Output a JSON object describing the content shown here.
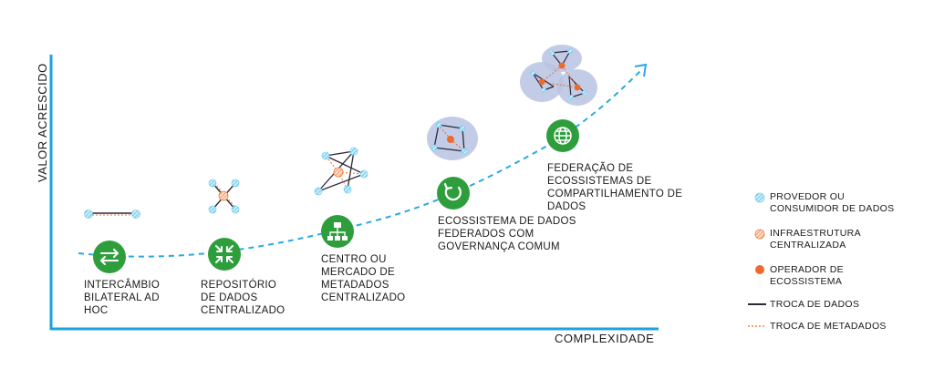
{
  "axes": {
    "y_label": "VALOR ACRESCIDO",
    "x_label": "COMPLEXIDADE"
  },
  "stages": [
    {
      "label": "INTERCÂMBIO BILATERAL AD HOC",
      "icon": "swap-arrows-icon"
    },
    {
      "label": "REPOSITÓRIO DE DADOS CENTRALIZADO",
      "icon": "compress-arrows-icon"
    },
    {
      "label": "CENTRO OU MERCADO DE METADADOS CENTRALIZADO",
      "icon": "hierarchy-icon"
    },
    {
      "label": "ECOSSISTEMA DE DADOS FEDERADOS COM GOVERNANÇA COMUM",
      "icon": "refresh-icon"
    },
    {
      "label": "FEDERAÇÃO DE ECOSSISTEMAS DE COMPARTILHAMENTO DE DADOS",
      "icon": "globe-icon"
    }
  ],
  "legend": [
    {
      "label": "PROVEDOR OU CONSUMIDOR DE DADOS",
      "symbol": "hatched-blue-circle"
    },
    {
      "label": "INFRAESTRUTURA CENTRALIZADA",
      "symbol": "hatched-orange-circle"
    },
    {
      "label": "OPERADOR DE ECOSSISTEMA",
      "symbol": "solid-orange-circle"
    },
    {
      "label": "TROCA DE DADOS",
      "symbol": "solid-dark-line"
    },
    {
      "label": "TROCA DE METADADOS",
      "symbol": "dotted-orange-line"
    }
  ],
  "colors": {
    "axis": "#1aa3e0",
    "curve": "#2aa9df",
    "stage_green": "#2e9e3d",
    "provider_blue": "#7fd0f0",
    "orange": "#ee6a2c",
    "cluster": "#b9c3e3",
    "dark_line": "#2b2b3a"
  }
}
